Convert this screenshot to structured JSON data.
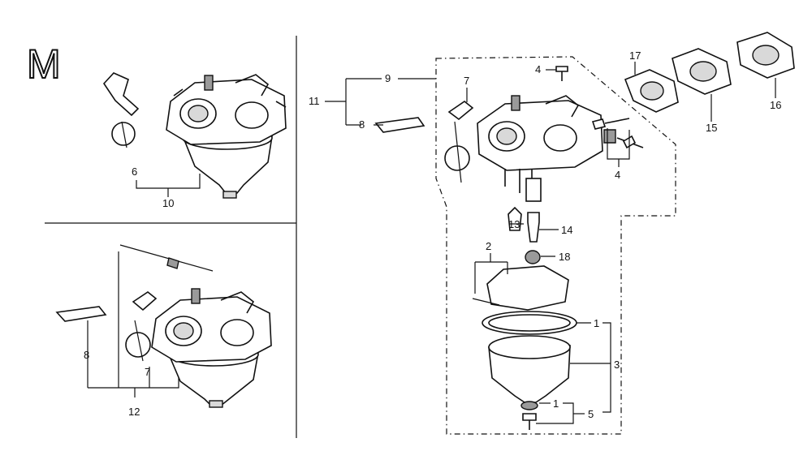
{
  "section_letter": "M",
  "callouts": {
    "c1a": "1",
    "c1b": "1",
    "c2": "2",
    "c3": "3",
    "c4a": "4",
    "c4b": "4",
    "c5": "5",
    "c6": "6",
    "c7a": "7",
    "c7b": "7",
    "c8a": "8",
    "c8b": "8",
    "c9": "9",
    "c10": "10",
    "c11": "11",
    "c12": "12",
    "c13": "13",
    "c14": "14",
    "c15": "15",
    "c16": "16",
    "c17": "17",
    "c18": "18"
  },
  "colors": {
    "ink": "#111111",
    "shade": "#d9d9d9",
    "background": "#ffffff"
  }
}
